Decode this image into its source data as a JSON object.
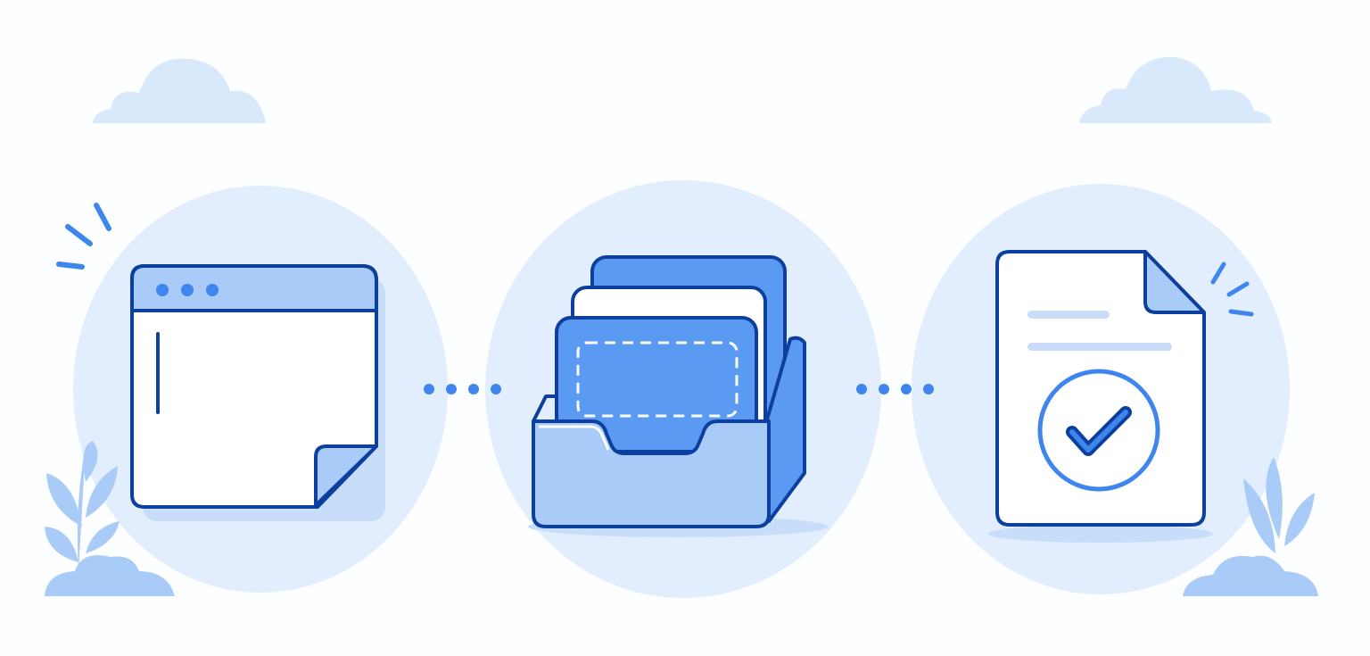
{
  "diagram": {
    "steps": [
      {
        "id": "draft",
        "icon": "blank-note-window-icon"
      },
      {
        "id": "organize",
        "icon": "card-tray-icon"
      },
      {
        "id": "approve",
        "icon": "approved-document-icon"
      }
    ],
    "connectors": [
      {
        "from": "draft",
        "to": "organize",
        "style": "dotted"
      },
      {
        "from": "organize",
        "to": "approve",
        "style": "dotted"
      }
    ],
    "decorations": [
      "cloud-icon",
      "cloud-icon",
      "leaf-plant-icon",
      "leaf-plant-icon",
      "sparkle-lines-icon",
      "sparkle-lines-icon"
    ]
  },
  "colors": {
    "background": "#fdfeff",
    "circle": "#e2eefd",
    "cloud": "#d9e9fc",
    "outline": "#0d3f9e",
    "primary": "#5a9af2",
    "light": "#a9cbf8",
    "pale": "#c7ddfa",
    "paper": "#ffffff",
    "document_line": "#c9ddf8",
    "accent": "#3e86ee"
  }
}
